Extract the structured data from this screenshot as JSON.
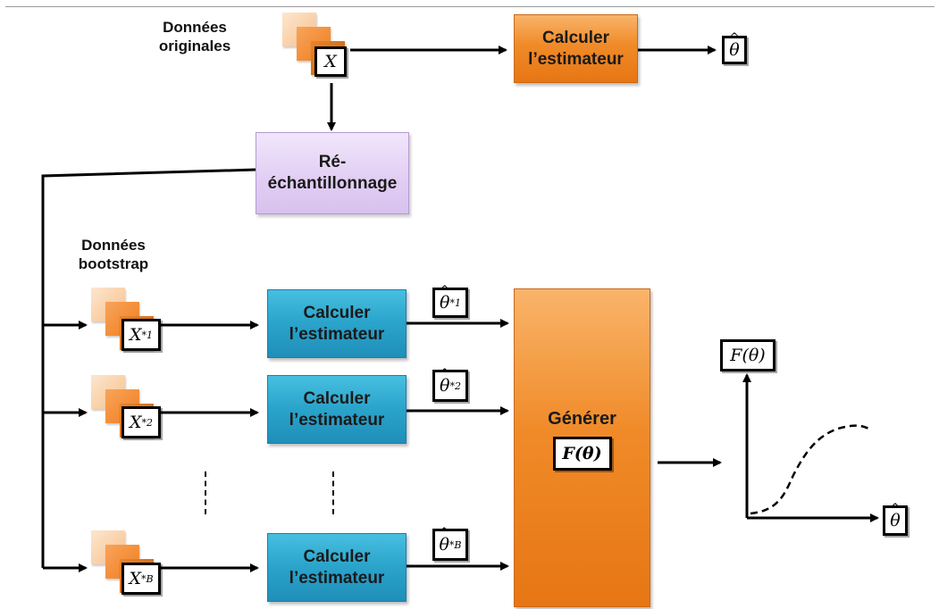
{
  "labels": {
    "donnees_originales": "Données originales",
    "donnees_bootstrap": "Données bootstrap"
  },
  "boxes": {
    "calculer_top": "Calculer l’estimateur",
    "reechantillonnage": "Ré-échantillonnage",
    "calculer_1": "Calculer l’estimateur",
    "calculer_2": "Calculer l’estimateur",
    "calculer_b": "Calculer l’estimateur",
    "generer": "Générer"
  },
  "symbols": {
    "x_base": "X",
    "x_star_sup": "*",
    "x_sub_1": "1",
    "x_sub_2": "2",
    "x_sub_b": "B",
    "theta": "θ",
    "theta_star_sup": "*",
    "theta_sub_1": "1",
    "theta_sub_2": "2",
    "theta_sub_b": "B",
    "f_hat": "F(θ)"
  },
  "colors": {
    "orange": "#f08a28",
    "blue": "#2aa3cb",
    "purple": "#e1cdf3"
  }
}
